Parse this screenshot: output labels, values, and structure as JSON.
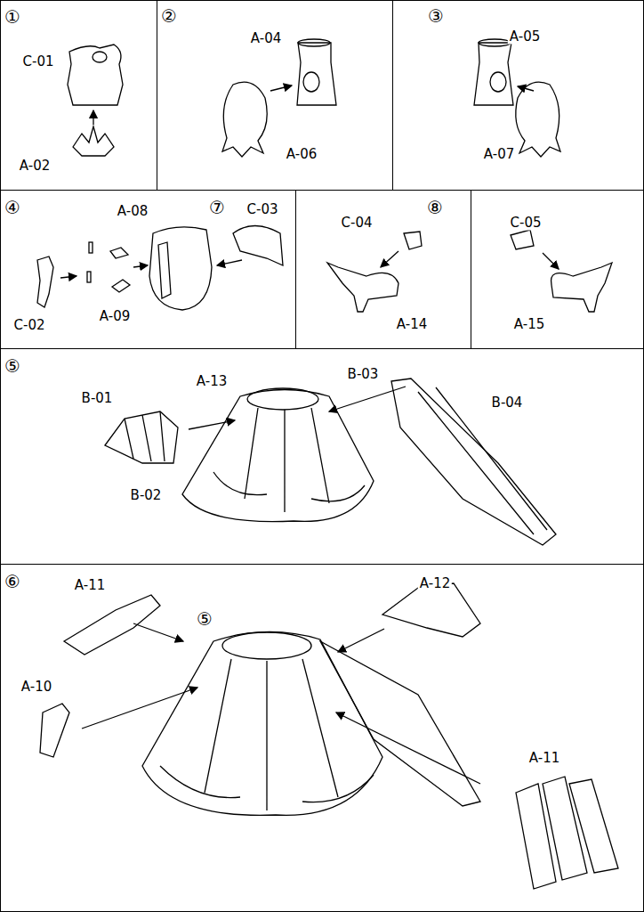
{
  "diagram": {
    "nodes": [
      {
        "text": [
          "①",
          "C-01",
          "A-02"
        ]
      },
      {
        "text": [
          "②",
          "A-04",
          "A-06"
        ]
      },
      {
        "text": [
          "③",
          "A-05",
          "A-07"
        ]
      },
      {
        "text": [
          "④",
          "A-08",
          "⑦",
          "C-03",
          "C-02",
          "A-09"
        ]
      },
      {
        "text": [
          "⑧",
          "C-04",
          "A-14"
        ]
      },
      {
        "text": [
          "C-05",
          "A-15"
        ]
      },
      {
        "text": [
          "⑤",
          "A-13",
          "B-03",
          "B-01",
          "B-04",
          "B-02"
        ]
      },
      {
        "text": [
          "⑥",
          "A-11",
          "A-12",
          "⑤",
          "A-10",
          "A-11"
        ]
      }
    ]
  }
}
